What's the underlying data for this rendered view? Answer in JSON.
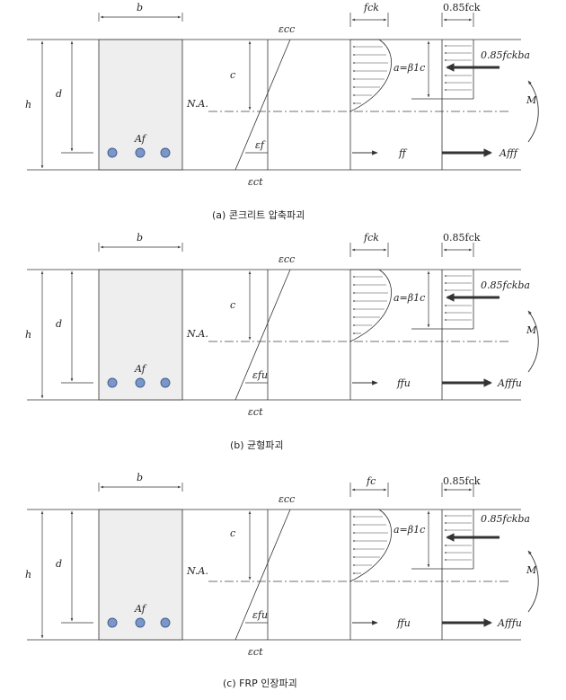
{
  "panels": [
    {
      "caption": "(a) 콘크리트 압축파괴",
      "labels": {
        "b": "b",
        "h": "h",
        "d": "d",
        "c": "c",
        "na": "N.A.",
        "af": "Af",
        "ecc": "εcc",
        "eps_bar": "εf",
        "ect": "εct",
        "stress_top": "fck",
        "block_top": "0.85fck",
        "a_beta": "a=β1c",
        "force": "0.85fckba",
        "moment": "M",
        "tension_stress": "ff",
        "tension_force": "Afff"
      }
    },
    {
      "caption": "(b) 균형파괴",
      "labels": {
        "b": "b",
        "h": "h",
        "d": "d",
        "c": "c",
        "na": "N.A.",
        "af": "Af",
        "ecc": "εcc",
        "eps_bar": "εfu",
        "ect": "εct",
        "stress_top": "fck",
        "block_top": "0.85fck",
        "a_beta": "a=β1c",
        "force": "0.85fckba",
        "moment": "M",
        "tension_stress": "ffu",
        "tension_force": "Afffu"
      }
    },
    {
      "caption": "(c) FRP 인장파괴",
      "labels": {
        "b": "b",
        "h": "h",
        "d": "d",
        "c": "c",
        "na": "N.A.",
        "af": "Af",
        "ecc": "εcc",
        "eps_bar": "εfu",
        "ect": "εct",
        "stress_top": "fc",
        "block_top": "0.85fck",
        "a_beta": "a=β1c",
        "force": "0.85fckba",
        "moment": "M",
        "tension_stress": "ffu",
        "tension_force": "Afffu"
      }
    }
  ],
  "colors": {
    "section_fill": "#eeeeee",
    "bar_fill": "#7b96c8",
    "bar_stroke": "#3c5a8a",
    "line": "#333333"
  }
}
